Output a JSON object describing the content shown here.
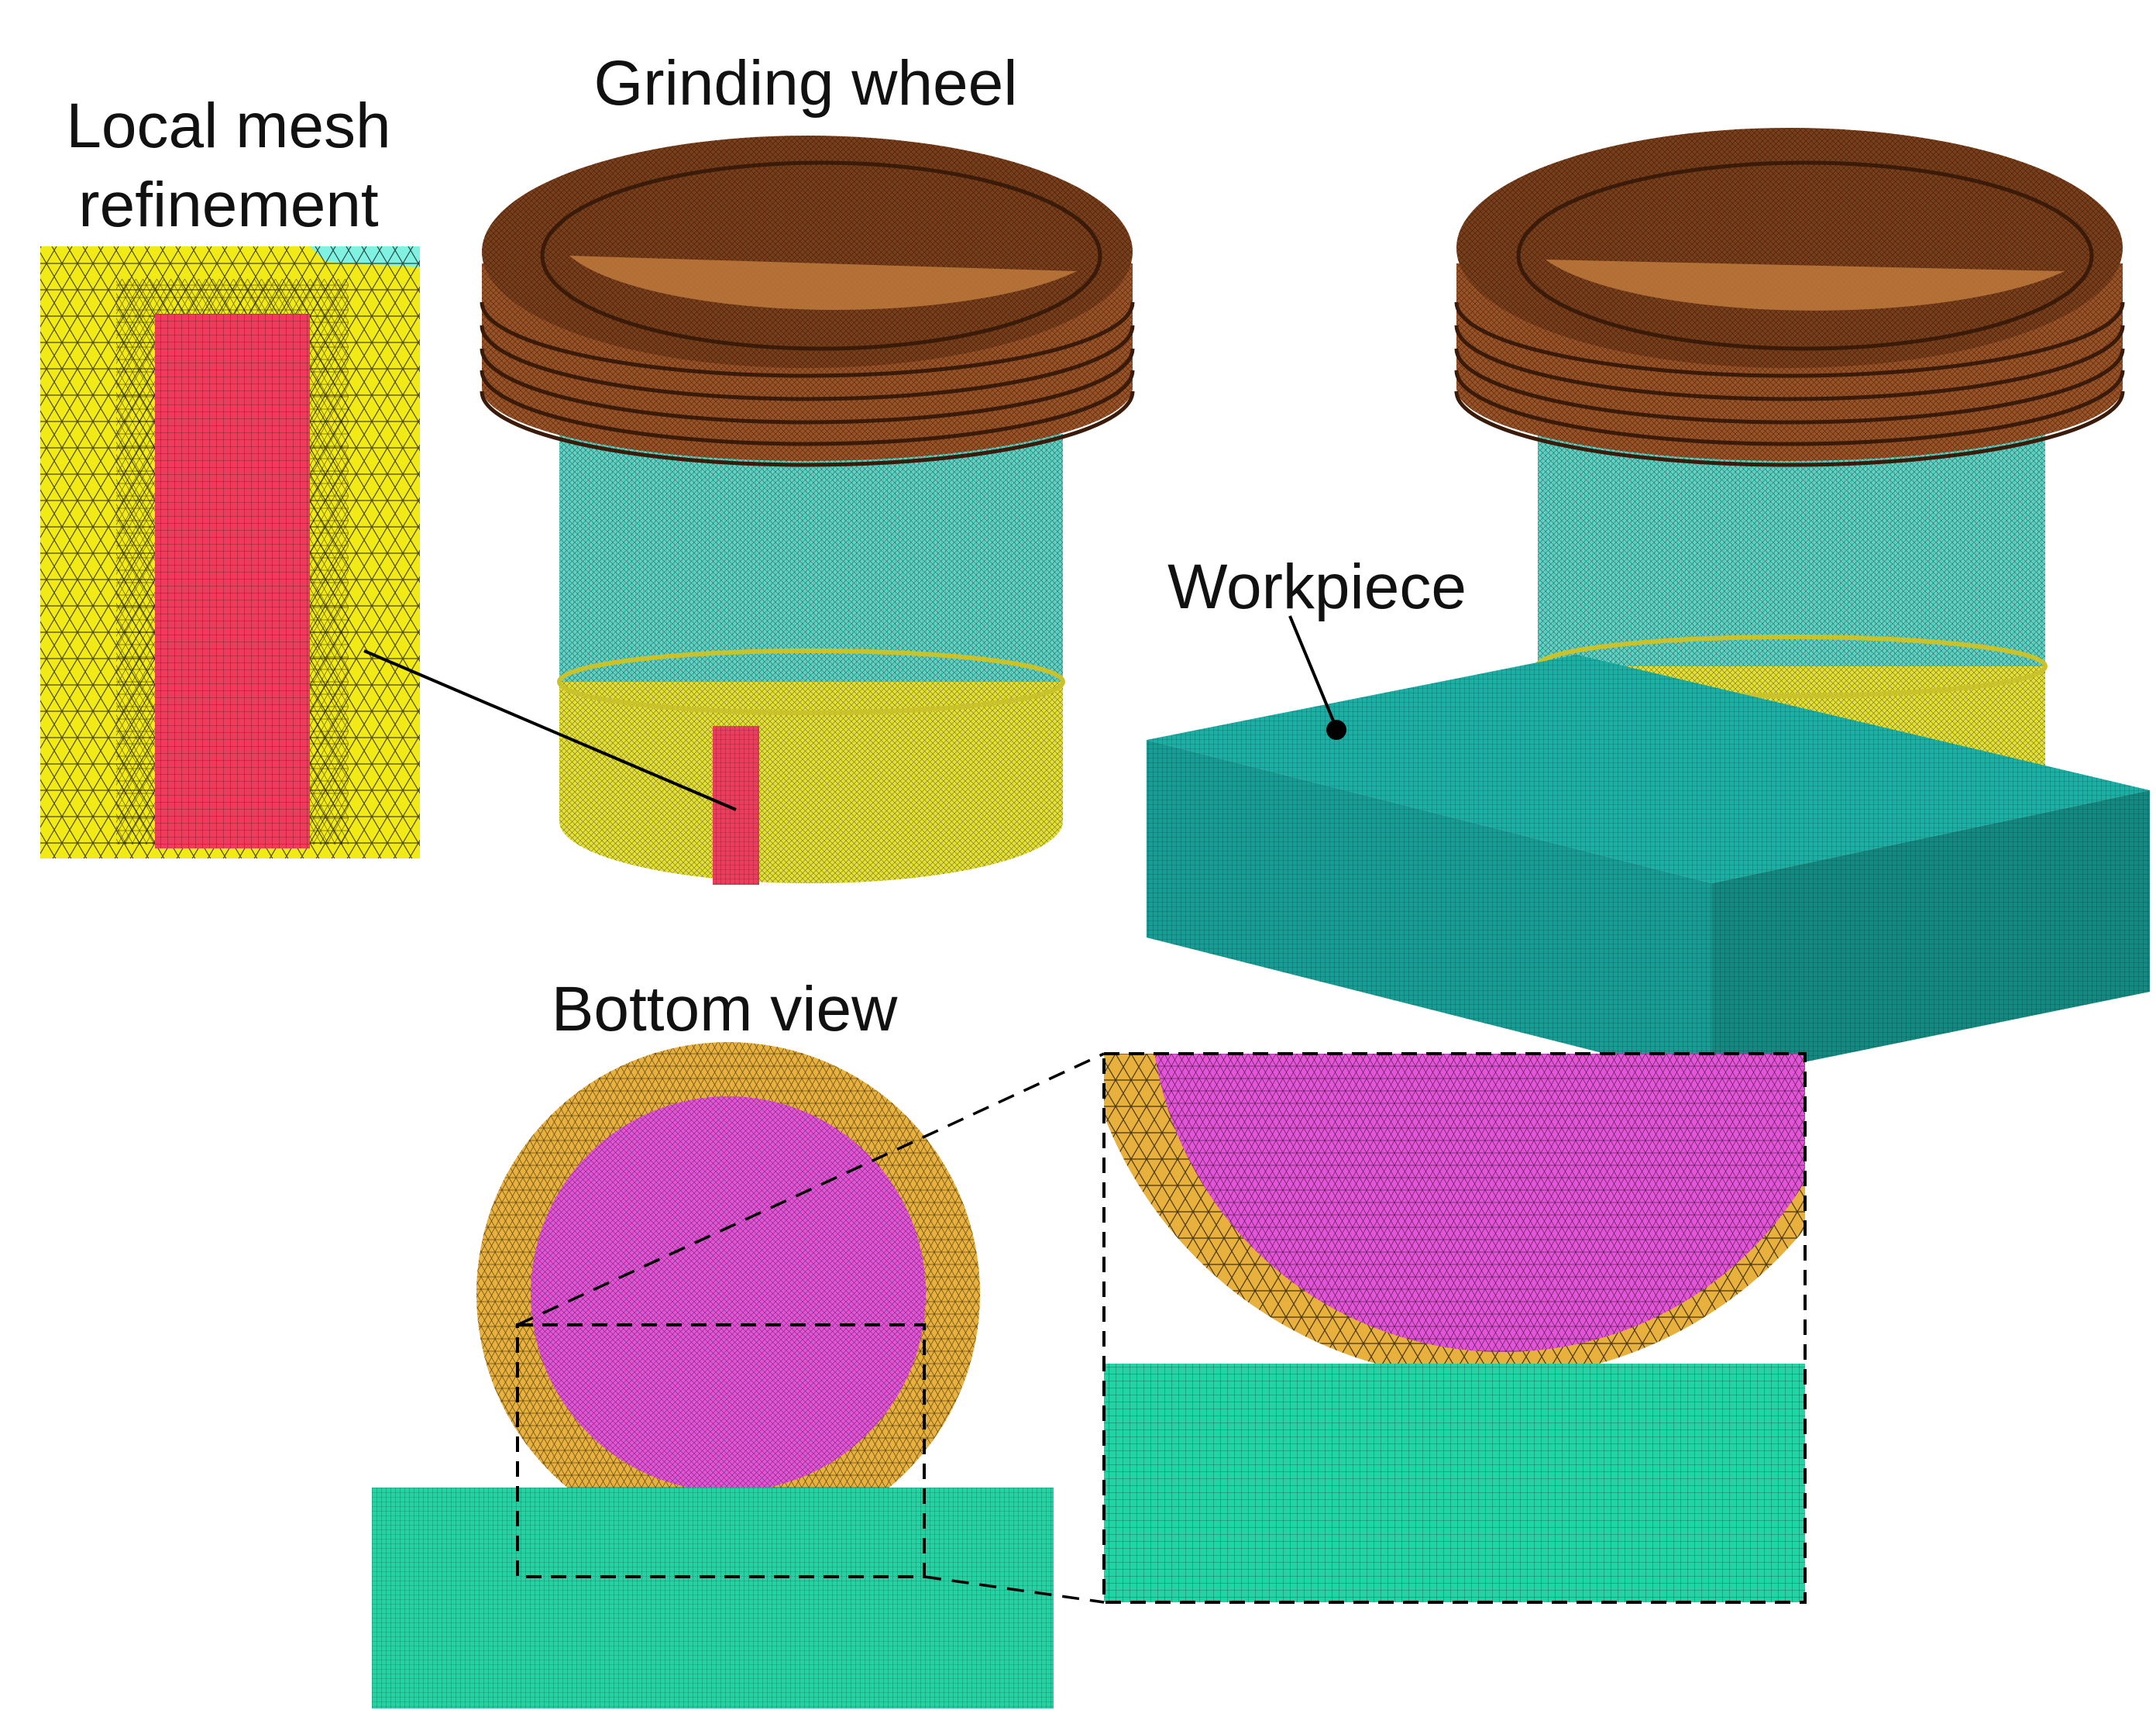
{
  "labels": {
    "local_mesh_line1": "Local mesh",
    "local_mesh_line2": "refinement",
    "grinding_wheel": "Grinding wheel",
    "workpiece": "Workpiece",
    "bottom_view": "Bottom view"
  },
  "colors": {
    "wheel_top": "#b8703a",
    "wheel_top_dark": "#7a3e1a",
    "wheel_rings": "#9a5226",
    "body_cyan": "#5fd6c8",
    "body_yellow": "#e4e037",
    "refine_red": "#ef3b5c",
    "workpiece_teal": "#19b0a6",
    "bottom_orange": "#e8b03c",
    "bottom_magenta": "#e454d8",
    "bottom_green": "#22d4a4",
    "inset_yellow": "#f2ea16",
    "inset_cyan": "#7ff2e2"
  }
}
